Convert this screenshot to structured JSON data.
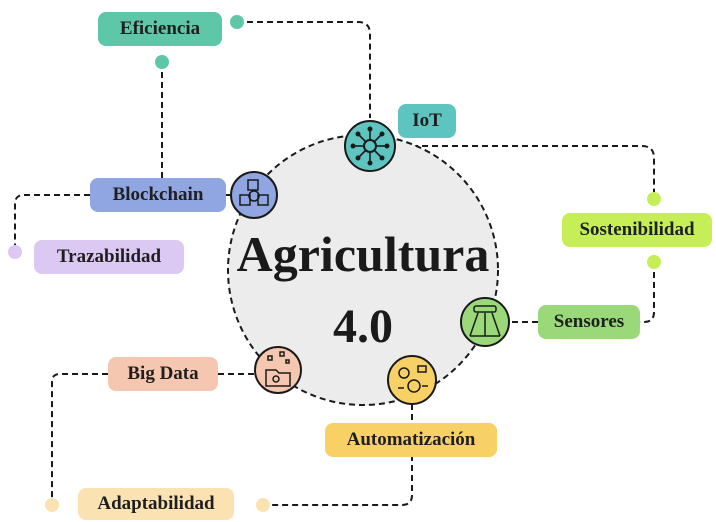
{
  "center": {
    "line1": "Agricultura",
    "line2": "4.0"
  },
  "nodes": {
    "iot": {
      "label": "IoT",
      "icon": "iot-network-icon",
      "color": "#5ec4c0"
    },
    "blockchain": {
      "label": "Blockchain",
      "icon": "blockchain-cubes-icon",
      "color": "#8fa6e3"
    },
    "sensors": {
      "label": "Sensores",
      "icon": "sensor-tractor-icon",
      "color": "#9bd87a"
    },
    "automation": {
      "label": "Automatización",
      "icon": "workflow-gears-icon",
      "color": "#f7d166"
    },
    "bigdata": {
      "label": "Big Data",
      "icon": "data-folder-icon",
      "color": "#f6c7b0"
    }
  },
  "benefits": {
    "efficiency": {
      "label": "Eficiencia",
      "color": "#5ec7a7"
    },
    "sustainability": {
      "label": "Sostenibilidad",
      "color": "#c6ef57"
    },
    "traceability": {
      "label": "Trazabilidad",
      "color": "#dcc9f3"
    },
    "adaptability": {
      "label": "Adaptabilidad",
      "color": "#fbe2b2"
    }
  }
}
